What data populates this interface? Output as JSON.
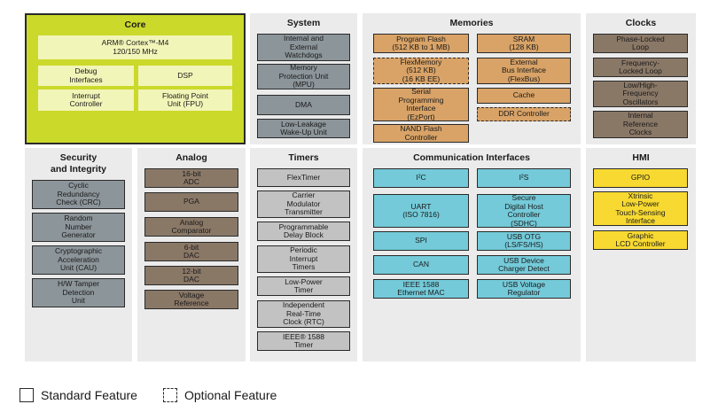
{
  "core": {
    "title": "Core",
    "blocks": [
      "ARM® Cortex™-M4\n120/150 MHz",
      "Debug\nInterfaces",
      "DSP",
      "Interrupt\nController",
      "Floating Point\nUnit (FPU)"
    ]
  },
  "system": {
    "title": "System",
    "blocks": [
      "Internal and\nExternal\nWatchdogs",
      "Memory\nProtection Unit\n(MPU)",
      "DMA",
      "Low-Leakage\nWake-Up Unit"
    ]
  },
  "memories": {
    "title": "Memories",
    "blocks": [
      "Program Flash\n(512 KB to 1 MB)",
      "SRAM\n(128 KB)",
      "FlexMemory\n(512 KB)\n(16 KB EE)",
      "External\nBus Interface\n(FlexBus)",
      "Serial\nProgramming\nInterface\n(EzPort)",
      "Cache",
      "DDR Controller",
      "NAND Flash\nController"
    ]
  },
  "clocks": {
    "title": "Clocks",
    "blocks": [
      "Phase-Locked\nLoop",
      "Frequency-\nLocked Loop",
      "Low/High-\nFrequency\nOscillators",
      "Internal\nReference\nClocks"
    ]
  },
  "security": {
    "title": "Security\nand Integrity",
    "blocks": [
      "Cyclic\nRedundancy\nCheck (CRC)",
      "Random\nNumber\nGenerator",
      "Cryptographic\nAcceleration\nUnit (CAU)",
      "H/W Tamper\nDetection\nUnit"
    ]
  },
  "analog": {
    "title": "Analog",
    "blocks": [
      "16-bit\nADC",
      "PGA",
      "Analog\nComparator",
      "6-bit\nDAC",
      "12-bit\nDAC",
      "Voltage\nReference"
    ]
  },
  "timers": {
    "title": "Timers",
    "blocks": [
      "FlexTimer",
      "Carrier\nModulator\nTransmitter",
      "Programmable\nDelay Block",
      "Periodic\nInterrupt\nTimers",
      "Low-Power\nTimer",
      "Independent\nReal-Time\nClock (RTC)",
      "IEEE® 1588\nTimer"
    ]
  },
  "comm": {
    "title": "Communication Interfaces",
    "blocks": [
      "I²C",
      "I²S",
      "UART\n(ISO 7816)",
      "Secure\nDigital Host\nController\n(SDHC)",
      "SPI",
      "USB OTG\n(LS/FS/HS)",
      "CAN",
      "USB Device\nCharger Detect",
      "IEEE 1588\nEthernet MAC",
      "USB Voltage\nRegulator"
    ]
  },
  "hmi": {
    "title": "HMI",
    "blocks": [
      "GPIO",
      "Xtrinsic\nLow-Power\nTouch-Sensing\nInterface",
      "Graphic\nLCD Controller"
    ]
  },
  "legend": {
    "standard": "Standard Feature",
    "optional": "Optional Feature"
  }
}
